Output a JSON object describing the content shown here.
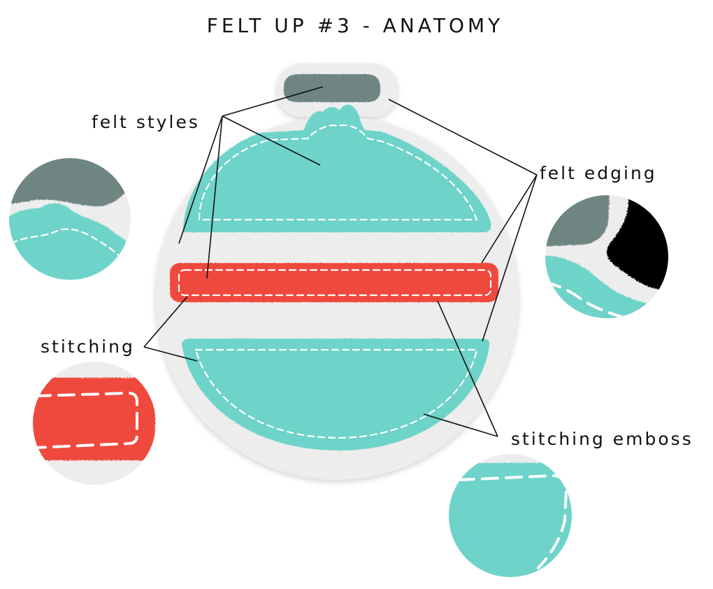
{
  "title": "FELT UP #3 - ANATOMY",
  "labels": {
    "felt_styles": "felt styles",
    "felt_edging": "felt edging",
    "stitching": "stitching",
    "stitching_emboss": "stitching emboss"
  },
  "colors": {
    "background": "#ffffff",
    "felt_white": "#ededed",
    "felt_grey": "#6e8581",
    "felt_teal": "#6ed3c8",
    "felt_red": "#ef4a3c",
    "felt_black": "#050505",
    "stitch": "#ffffff",
    "text": "#111111"
  }
}
